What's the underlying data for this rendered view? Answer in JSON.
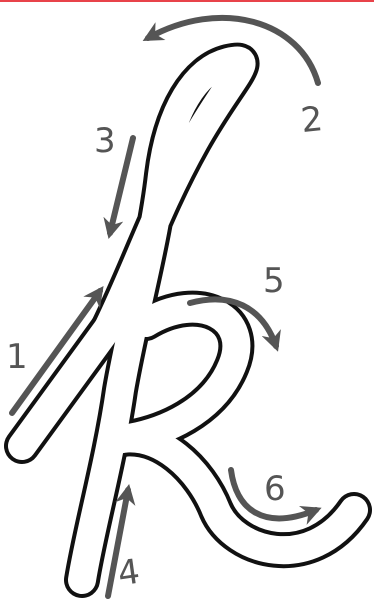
{
  "letter": "k",
  "colors": {
    "outline": "#111111",
    "arrow": "#555555",
    "top_border": "#e8434a"
  },
  "strokes": [
    {
      "number": "1",
      "icon": "arrow-up-right-icon"
    },
    {
      "number": "2",
      "icon": "curved-arrow-left-icon"
    },
    {
      "number": "3",
      "icon": "arrow-down-icon"
    },
    {
      "number": "4",
      "icon": "arrow-up-icon"
    },
    {
      "number": "5",
      "icon": "curved-arrow-down-right-icon"
    },
    {
      "number": "6",
      "icon": "curved-arrow-right-icon"
    }
  ]
}
